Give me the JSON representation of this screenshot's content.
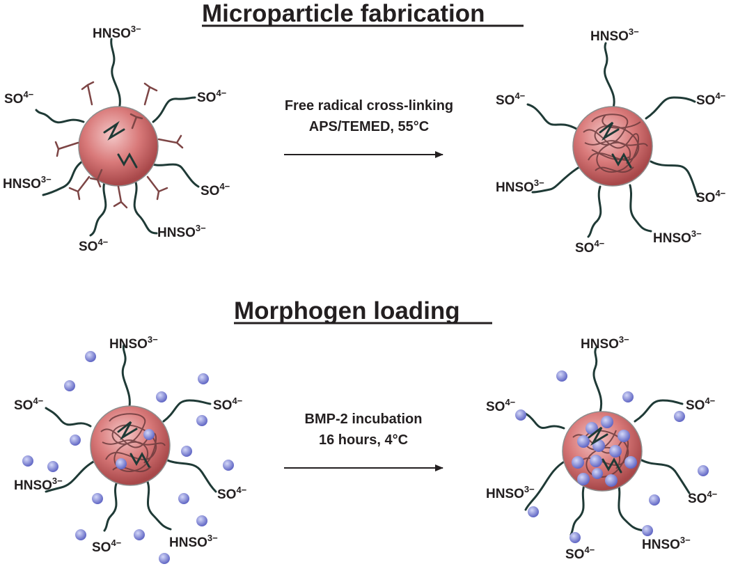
{
  "colors": {
    "chain": "#1f3a36",
    "particle_light": "#f4c8c8",
    "particle_mid": "#d97a7a",
    "particle_dark": "#a8484a",
    "crosslinker": "#7d4545",
    "protein_light": "#d4d8f8",
    "protein_dark": "#6066c4",
    "text": "#231f20"
  },
  "sections": {
    "fabrication": {
      "title": "Microparticle fabrication",
      "step_line1": "Free radical cross-linking",
      "step_line2": "APS/TEMED, 55°C"
    },
    "loading": {
      "title": "Morphogen loading",
      "step_line1": "BMP-2 incubation",
      "step_line2": "16 hours, 4°C"
    }
  },
  "labels": {
    "sulfamate_base": "HNSO",
    "sulfamate_sup": "3−",
    "sulfate_base": "SO",
    "sulfate_sup": "4−"
  },
  "icons": {
    "particle": "hydrogel-microparticle-icon",
    "protein": "bmp2-protein-icon",
    "crosslinker": "crosslinker-icon",
    "arrow": "arrow-right-icon"
  }
}
